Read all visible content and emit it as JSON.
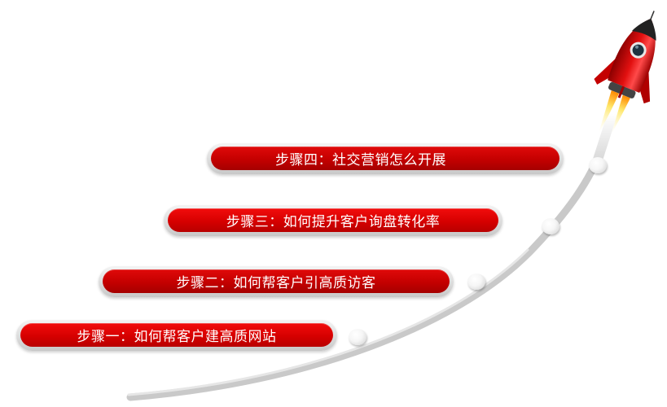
{
  "diagram": {
    "type": "step-progression",
    "steps": [
      {
        "index": 1,
        "label": "步骤一：如何帮客户建高质网站"
      },
      {
        "index": 2,
        "label": "步骤二：如何帮客户引高质访客"
      },
      {
        "index": 3,
        "label": "步骤三：如何提升客户询盘转化率"
      },
      {
        "index": 4,
        "label": "步骤四：社交营销怎么开展"
      }
    ],
    "icon": "rocket-icon",
    "colors": {
      "pill_red": "#e00000",
      "pill_dark_red": "#c40000",
      "pill_border": "#d8d8d8",
      "curve": "#c8c8c8",
      "rocket_body": "#d40000",
      "rocket_nose": "#222222",
      "flame": "#fff3a0"
    }
  }
}
